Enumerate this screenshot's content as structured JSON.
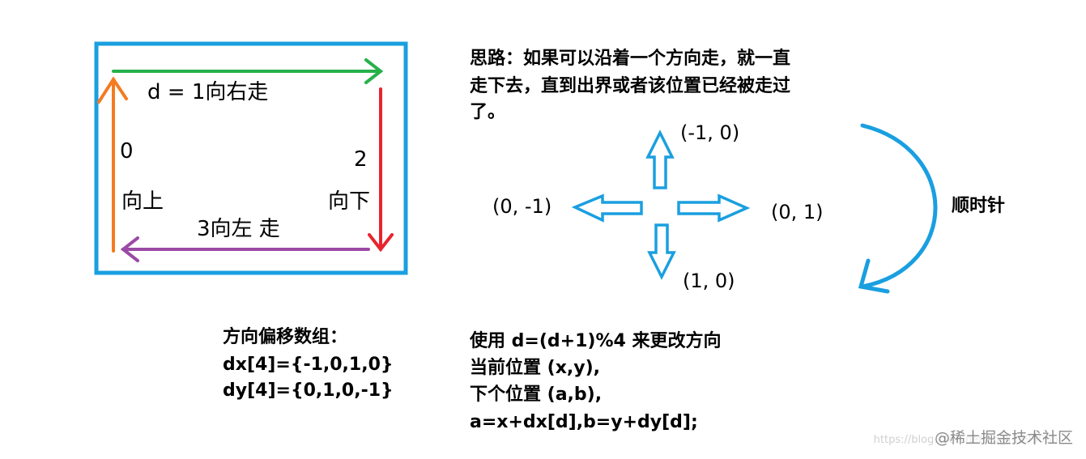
{
  "colors": {
    "frame": "#1a9fe0",
    "right": "#27b14b",
    "down": "#e8242f",
    "left": "#9b4aa6",
    "up": "#f47b20",
    "compass": "#1a9fe0"
  },
  "loop": {
    "right_label": "d = 1向右走",
    "up_index": "0",
    "up_label": "向上",
    "down_index": "2",
    "down_label": "向下",
    "left_label": "3向左 走"
  },
  "idea": {
    "line1": "思路：如果可以沿着一个方向走，就一直",
    "line2": "走下去，直到出界或者该位置已经被走过",
    "line3": "了。"
  },
  "compass": {
    "up": "(-1, 0)",
    "left": "(0, -1)",
    "right": "(0, 1)",
    "down": "(1, 0)",
    "clockwise": "顺时针"
  },
  "offsets": {
    "title": "方向偏移数组：",
    "dx": "dx[4]={-1,0,1,0}",
    "dy": "dy[4]={0,1,0,-1}"
  },
  "usage": {
    "line1": "使用 d=(d+1)%4 来更改方向",
    "line2": "当前位置 (x,y),",
    "line3": "下个位置 (a,b),",
    "line4": "a=x+dx[d],b=y+dy[d];"
  },
  "watermark": {
    "url": "https://blog.csdn.net/qq_43699086",
    "brand": "@稀土掘金技术社区"
  }
}
